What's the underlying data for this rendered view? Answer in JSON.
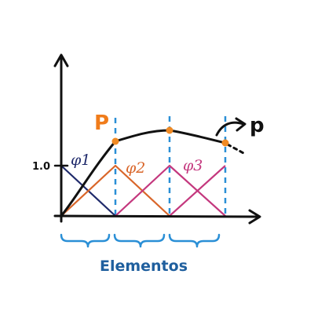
{
  "diagram": {
    "approx_label": "P",
    "exact_label": "p",
    "y_tick_label": "1.0",
    "basis_labels": [
      "φ1",
      "φ2",
      "φ3"
    ],
    "elements_label": "Elementos"
  },
  "colors": {
    "axes": "#111111",
    "approx_label": "#f07c1a",
    "node_point": "#f08a24",
    "approx_curve": "#111111",
    "basis_phi1": "#1f2a6b",
    "basis_phi2": "#d9662a",
    "basis_phi3": "#c4387e",
    "element_lines": "#2a8fd6",
    "elements_label": "#1f5f9e",
    "brackets": "#2a8fd6"
  }
}
